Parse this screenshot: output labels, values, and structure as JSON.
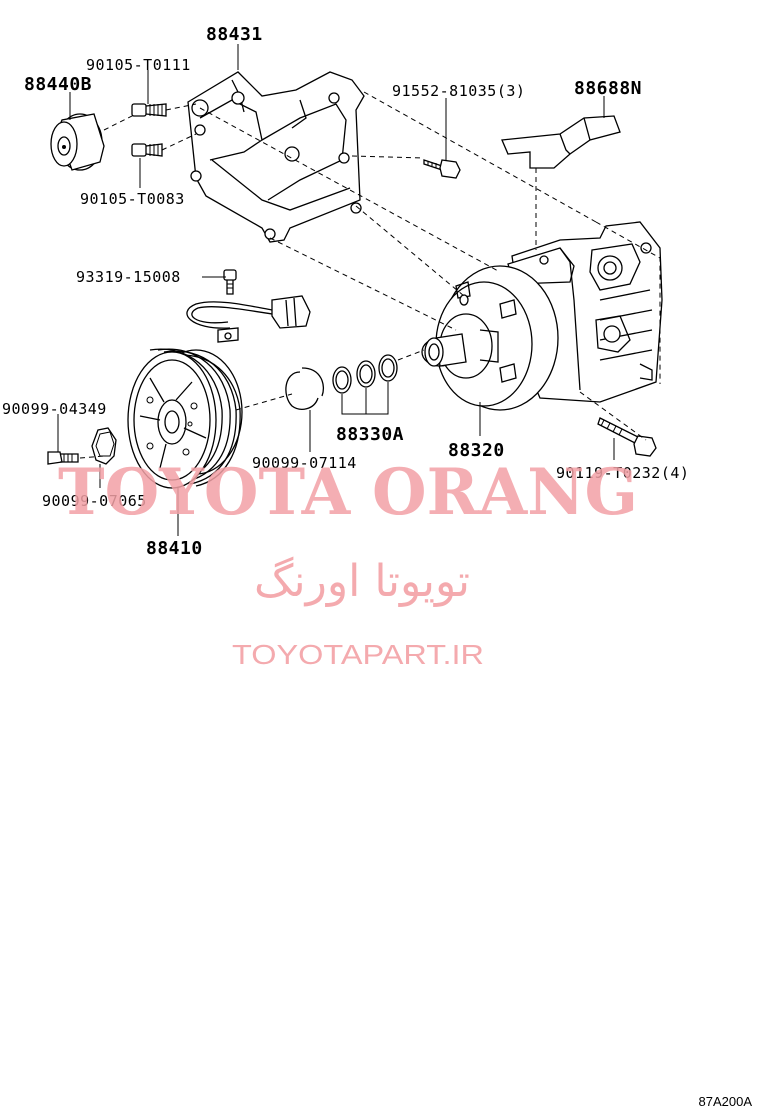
{
  "labels": {
    "bracket": "88431",
    "bolt_top": "90105-T0111",
    "idler_pulley": "88440B",
    "bolt_lower": "90105-T0083",
    "stud_bolt": "91552-81035(3)",
    "mount_bracket": "88688N",
    "screw": "93319-15008",
    "bolt_clutch": "90099-04349",
    "shim_plate": "90099-07065",
    "clutch_assy": "88410",
    "snap_ring": "90099-07114",
    "shim_set": "88330A",
    "compressor": "88320",
    "compressor_bolt": "90119-T0232(4)"
  },
  "watermark": {
    "latin": "TOYOTA ORANG",
    "persian": "تویوتا اورنگ",
    "url": "TOYOTAPART.IR"
  },
  "diagram_code": "87A200A",
  "colors": {
    "line": "#000000",
    "watermark": "#f3a1a6",
    "background": "#ffffff"
  }
}
